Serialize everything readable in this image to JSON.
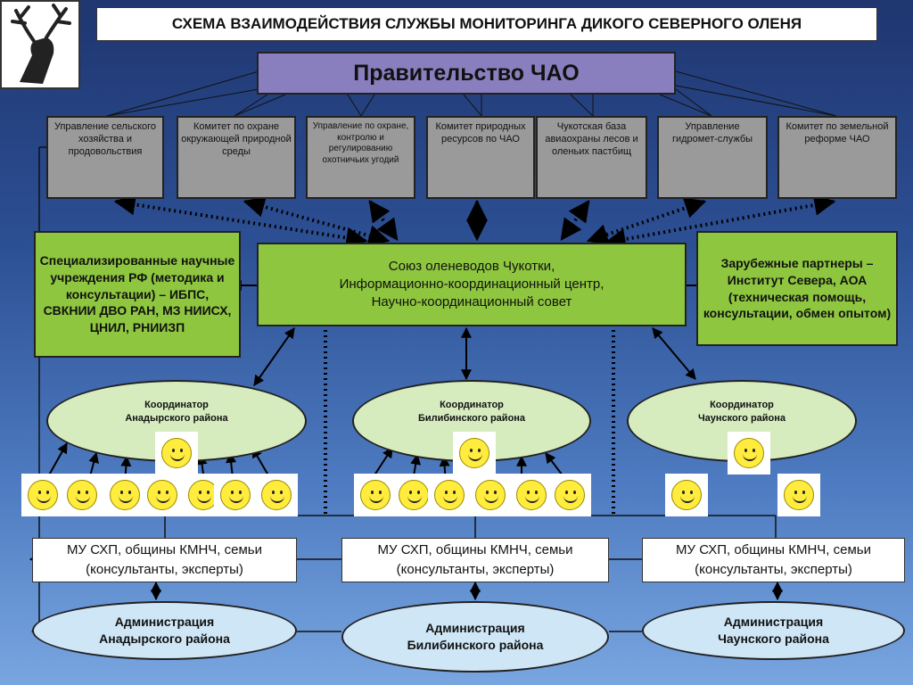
{
  "title": "СХЕМА ВЗАИМОДЕЙСТВИЯ СЛУЖБЫ МОНИТОРИНГА ДИКОГО СЕВЕРНОГО ОЛЕНЯ",
  "government": "Правительство ЧАО",
  "agencies": [
    "Управление сельского хозяйства и продовольствия",
    "Комитет по охране окружающей природной среды",
    "Управление по охране, контролю и регулированию охотничьих угодий",
    "Комитет природных ресурсов по ЧАО",
    "Чукотская база авиаохраны лесов и оленьих пастбищ",
    "Управление гидромет-службы",
    "Комитет по земельной реформе ЧАО"
  ],
  "center": {
    "line1": "Союз оленеводов Чукотки,",
    "line2": "Информационно-координационный центр,",
    "line3": "Научно-координационный совет"
  },
  "left_box": "Специализированные научные учреждения РФ (методика и консультации) – ИБПС, СВКНИИ ДВО РАН, МЗ НИИСХ, ЦНИЛ, РНИИЗП",
  "right_box": "Зарубежные партнеры – Институт Севера, АОА (техническая помощь, консультации, обмен опытом)",
  "coordinators": [
    {
      "line1": "Координатор",
      "line2": "Анадырского района"
    },
    {
      "line1": "Координатор",
      "line2": "Билибинского района"
    },
    {
      "line1": "Координатор",
      "line2": "Чаунского района"
    }
  ],
  "mu": {
    "line1": "МУ СХП, общины КМНЧ, семьи",
    "line2": "(консультанты, эксперты)"
  },
  "administrations": [
    "Администрация Анадырского района",
    "Администрация Билибинского района",
    "Администрация Чаунского района"
  ],
  "colors": {
    "government": "#8a7fbe",
    "agency": "#9a9a9a",
    "green": "#8ec63f",
    "coordinator": "#d6ecbe",
    "administration": "#cfe6f6",
    "smiley": "#ffec3d"
  },
  "icons": {
    "logo": "reindeer-logo-icon",
    "person": "smiley-face-icon"
  }
}
